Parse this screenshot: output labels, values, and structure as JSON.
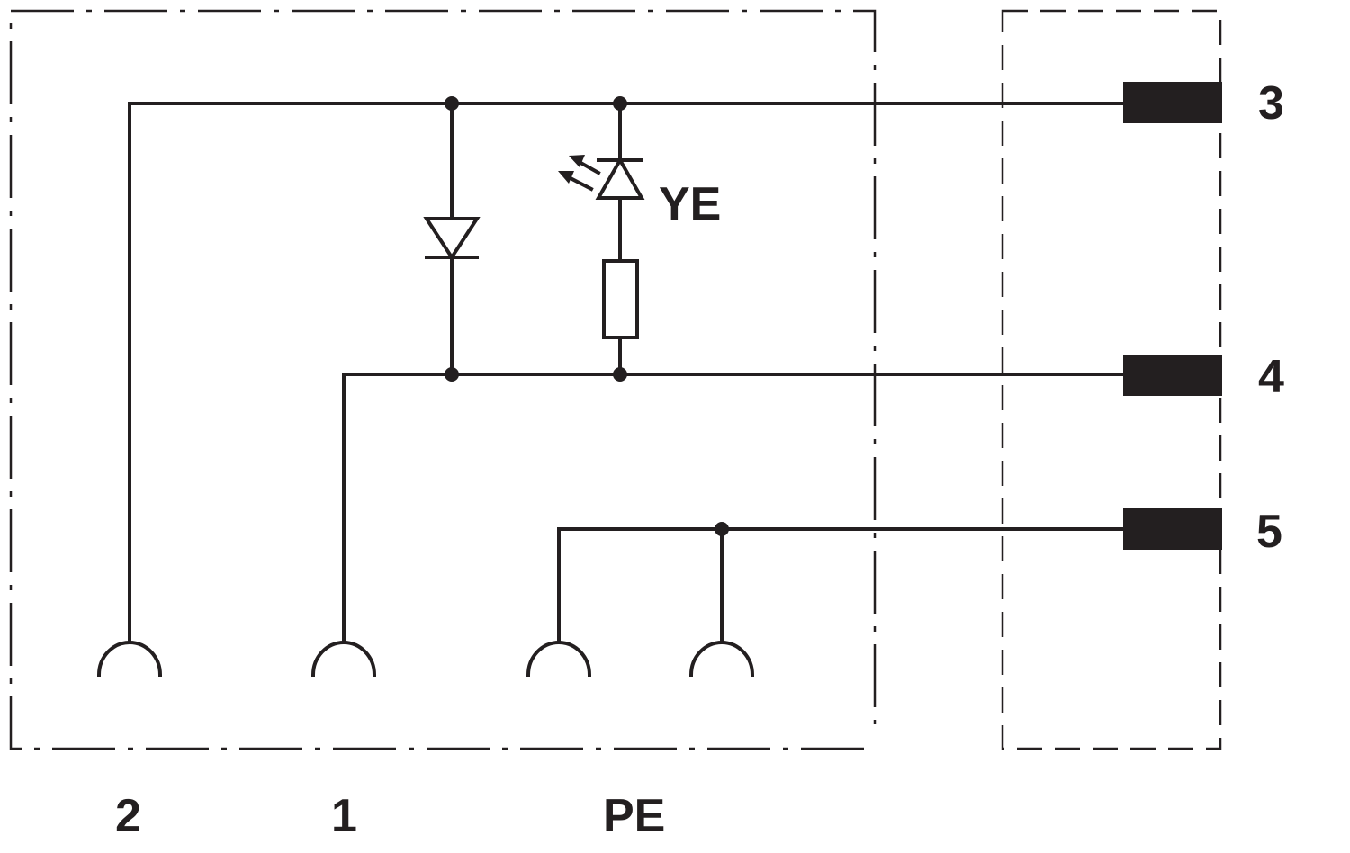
{
  "labels": {
    "pin_3": "3",
    "pin_4": "4",
    "pin_5": "5",
    "pin_2": "2",
    "pin_1": "1",
    "pin_pe": "PE",
    "led_color": "YE"
  },
  "colors": {
    "ink": "#231f20",
    "background": "#ffffff"
  }
}
